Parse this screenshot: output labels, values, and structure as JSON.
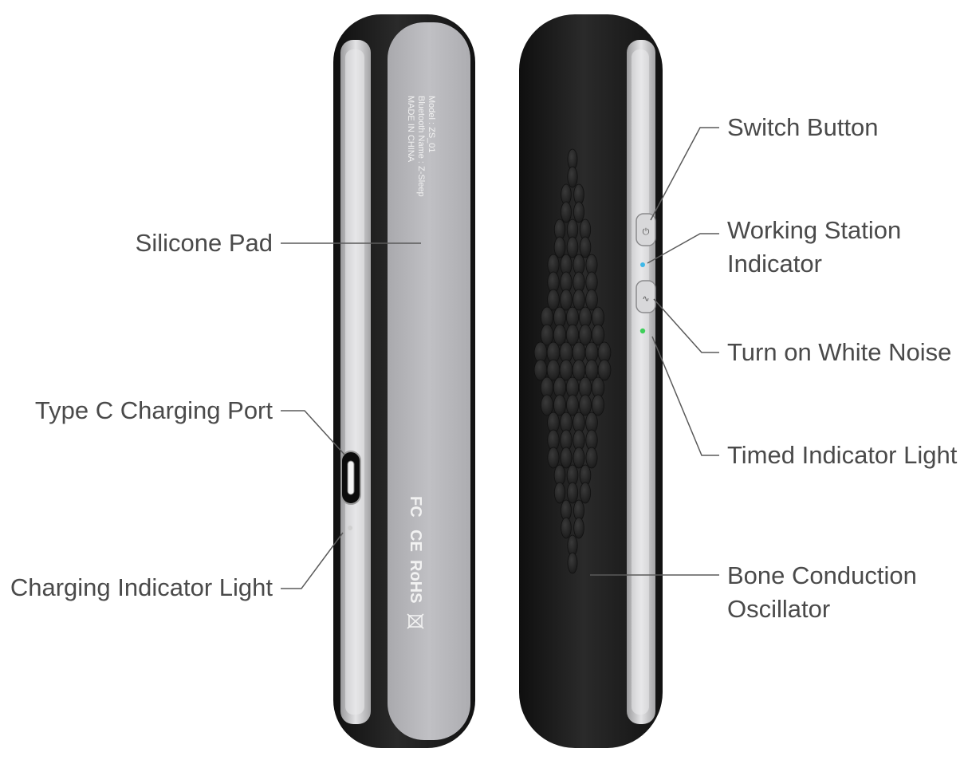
{
  "callouts": {
    "silicone_pad": "Silicone Pad",
    "type_c_port": "Type C Charging Port",
    "charging_indicator": "Charging Indicator Light",
    "switch_button": "Switch Button",
    "working_station_line1": "Working Station",
    "working_station_line2": "Indicator",
    "white_noise": "Turn on White Noise",
    "timed_indicator": "Timed Indicator Light",
    "bone_conduction_line1": "Bone Conduction",
    "bone_conduction_line2": "Oscillator"
  },
  "device_label": {
    "line1": "Model : ZS_01",
    "line2": "Bluetooth Name : Z-Sleep",
    "line3": "MADE IN CHINA"
  },
  "certifications": {
    "fcc": "FC",
    "ce": "CE",
    "rohs": "RoHS"
  },
  "colors": {
    "body": "#1c1c1c",
    "pad": "#b8b8bc",
    "rail": "#d6d6d8",
    "line": "#5a5a5a",
    "text": "#4a4a4a",
    "working_led": "#3fb8e8",
    "timed_led": "#3fcf5a"
  }
}
